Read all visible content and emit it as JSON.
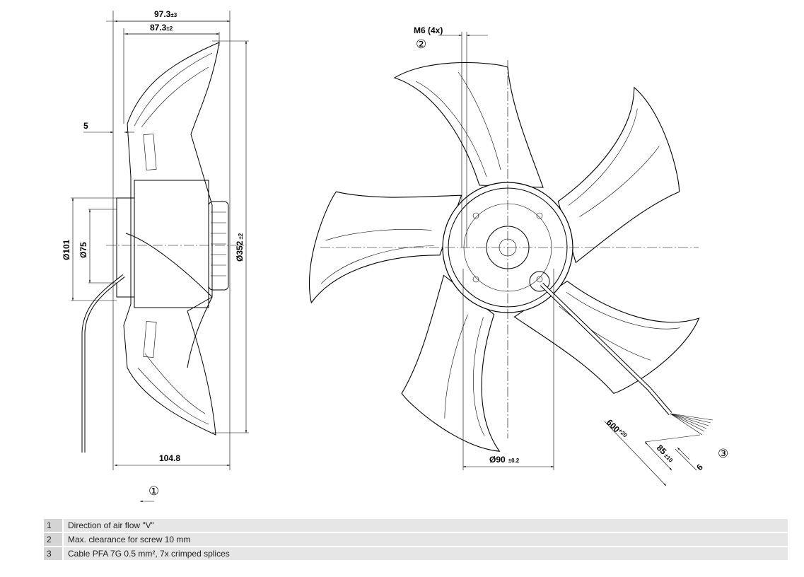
{
  "side_view": {
    "dim_overall_depth": "97.3",
    "dim_overall_depth_tol": "±3",
    "dim_blade_depth": "87.3",
    "dim_blade_depth_tol": "±2",
    "dim_offset": "5",
    "dim_dia_101": "Ø101",
    "dim_dia_75": "Ø75",
    "dim_dia_352": "Ø352",
    "dim_dia_352_tol": "±2",
    "dim_bottom": "104.8",
    "airflow_marker": "①"
  },
  "front_view": {
    "screw_label": "M6 (4x)",
    "screw_marker": "②",
    "dim_dia_90": "Ø90",
    "dim_dia_90_tol": "±0.2",
    "cable_length": "600",
    "cable_length_tol": "+20",
    "strip_length": "85",
    "strip_length_tol": "±10",
    "splice_length": "6",
    "cable_marker": "③"
  },
  "legend": [
    {
      "num": "1",
      "text": "Direction of air flow \"V\""
    },
    {
      "num": "2",
      "text": "Max. clearance for screw 10 mm"
    },
    {
      "num": "3",
      "text": "Cable PFA 7G 0.5 mm², 7x crimped splices"
    }
  ]
}
